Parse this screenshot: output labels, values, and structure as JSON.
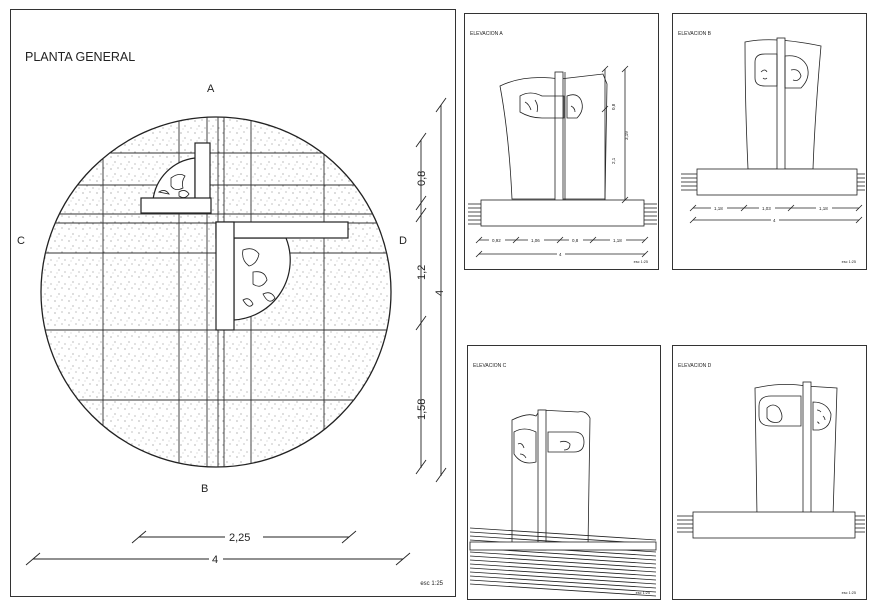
{
  "main_plan": {
    "title": "PLANTA GENERAL",
    "compass": {
      "a": "A",
      "b": "B",
      "c": "C",
      "d": "D"
    },
    "dims": {
      "vert_top": "0,8",
      "vert_mid": "1,2",
      "vert_bottom": "1,58",
      "vert_total": "4",
      "horiz_inner": "2,25",
      "horiz_total": "4"
    },
    "scale": "esc 1:25"
  },
  "elevations": [
    {
      "id": "a",
      "title": "ELEVACION A",
      "scale": "esc 1:25",
      "horiz_dims": [
        "0,92",
        "1,06",
        "0,8",
        "1,18"
      ],
      "horiz_total": "4",
      "vert_dims": [
        "0,8",
        "3,19",
        "2,1"
      ]
    },
    {
      "id": "b",
      "title": "ELEVACION B",
      "scale": "esc 1:25",
      "horiz_dims": [
        "1,18",
        "1,03",
        "1,18"
      ],
      "horiz_total": "4"
    },
    {
      "id": "c",
      "title": "ELEVACION C",
      "scale": "esc 1:25"
    },
    {
      "id": "d",
      "title": "ELEVACION D",
      "scale": "esc 1:25"
    }
  ]
}
